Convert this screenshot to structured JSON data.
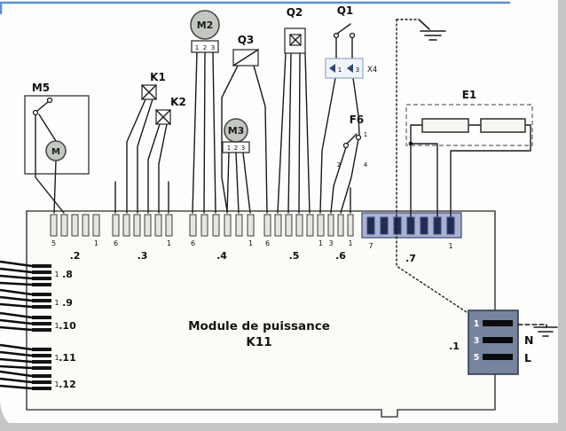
{
  "module": {
    "title_line1": "Module de puissance",
    "title_line2": "K11"
  },
  "top_connectors": [
    {
      "label": ".2",
      "pin_count": 5,
      "first": "5",
      "last": "1"
    },
    {
      "label": ".3",
      "pin_count": 6,
      "first": "6",
      "last": "1"
    },
    {
      "label": ".4",
      "pin_count": 6,
      "first": "6",
      "last": "1"
    },
    {
      "label": ".5",
      "pin_count": 6,
      "first": "6",
      "last": "1"
    },
    {
      "label": ".6",
      "pin_count": 3,
      "first": "3",
      "last": "1"
    },
    {
      "label": ".7",
      "pin_count": 7,
      "first": "7",
      "last": "1",
      "highlighted": true
    }
  ],
  "left_connectors": [
    {
      "label": ".8",
      "pin": "1",
      "bar_count": 4
    },
    {
      "label": ".9",
      "pin": "1",
      "bar_count": 3
    },
    {
      "label": ".10",
      "pin": "1",
      "bar_count": 3
    },
    {
      "label": ".11",
      "pin": "1",
      "bar_count": 4
    },
    {
      "label": ".12",
      "pin": "1",
      "bar_count": 3
    }
  ],
  "components": {
    "m5": {
      "label": "M5",
      "motor_letter": "M"
    },
    "k1": {
      "label": "K1"
    },
    "k2": {
      "label": "K2"
    },
    "m2": {
      "label": "M2",
      "pins": [
        "1",
        "2",
        "3"
      ]
    },
    "m3": {
      "label": "M3",
      "pins": [
        "1",
        "2",
        "3"
      ]
    },
    "q1": {
      "label": "Q1"
    },
    "q2": {
      "label": "Q2"
    },
    "q3": {
      "label": "Q3"
    },
    "x4": {
      "label": "X4",
      "pin_left": "1",
      "pin_right": "3"
    },
    "f6": {
      "label": "F6",
      "pin_top": "1",
      "pin_bottom_left": "2",
      "pin_bottom_right": "4"
    },
    "e1": {
      "label": "E1"
    }
  },
  "power": {
    "label": ".1",
    "pin_numbers": [
      "1",
      "3",
      "5"
    ],
    "neutral_label": "N",
    "line_label": "L"
  },
  "colors": {
    "connector7_highlight": "#a9b3d1",
    "power_box": "#76849e",
    "scan_border": "#c6c6c6",
    "scan_line_blue": "#5b8fd4"
  }
}
